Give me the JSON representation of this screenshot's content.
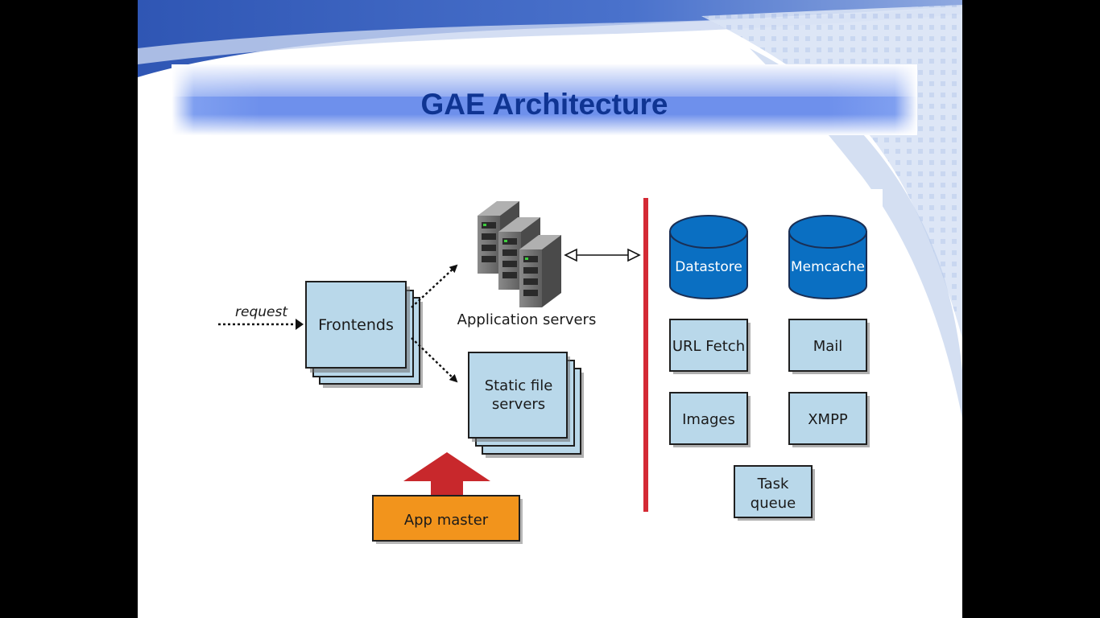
{
  "slide": {
    "title": "GAE Architecture"
  },
  "diagram": {
    "request_label": "request",
    "frontends_label": "Frontends",
    "app_servers_label": "Application servers",
    "static_servers_line1": "Static file",
    "static_servers_line2": "servers",
    "app_master_label": "App master",
    "services": {
      "datastore": "Datastore",
      "memcache": "Memcache",
      "url_fetch": "URL Fetch",
      "mail": "Mail",
      "images": "Images",
      "xmpp": "XMPP",
      "task_queue_line1": "Task",
      "task_queue_line2": "queue"
    }
  },
  "colors": {
    "title": "#0f3492",
    "box_fill": "#b9d8ea",
    "cylinder": "#0a6fc2",
    "app_master": "#f2941c",
    "up_arrow": "#c8282c",
    "divider": "#d42a35"
  }
}
